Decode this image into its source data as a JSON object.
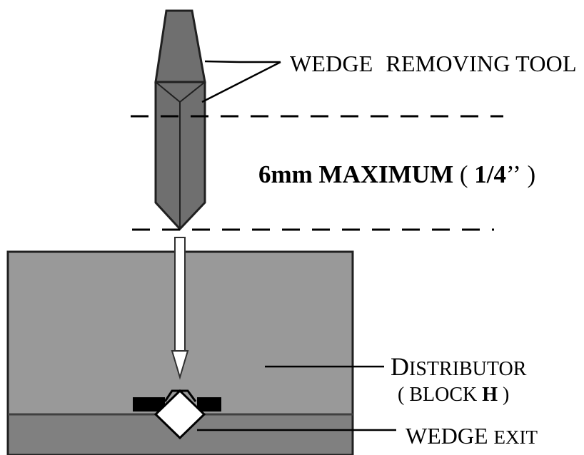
{
  "labels": {
    "tool_part1": "WEDGE",
    "tool_part2": "REMOVING TOOL",
    "dimension_value": "6mm MAXIMUM",
    "dimension_open": "(",
    "dimension_fraction": "1/4",
    "dimension_quote": "’’",
    "dimension_close": ")",
    "distributor_initial": "D",
    "distributor_rest": "ISTRIBUTOR",
    "block_prefix": "( BLOCK",
    "block_letter": "H",
    "block_suffix": ")",
    "exit_main": "WEDGE ",
    "exit_tail": "EXIT"
  },
  "colors": {
    "tool_fill": "#6f6f6f",
    "distributor_fill": "#999999",
    "lower_fill": "#808080",
    "dark_fill": "#000000",
    "outline": "#202020",
    "arrow_fill": "#ffffff"
  }
}
